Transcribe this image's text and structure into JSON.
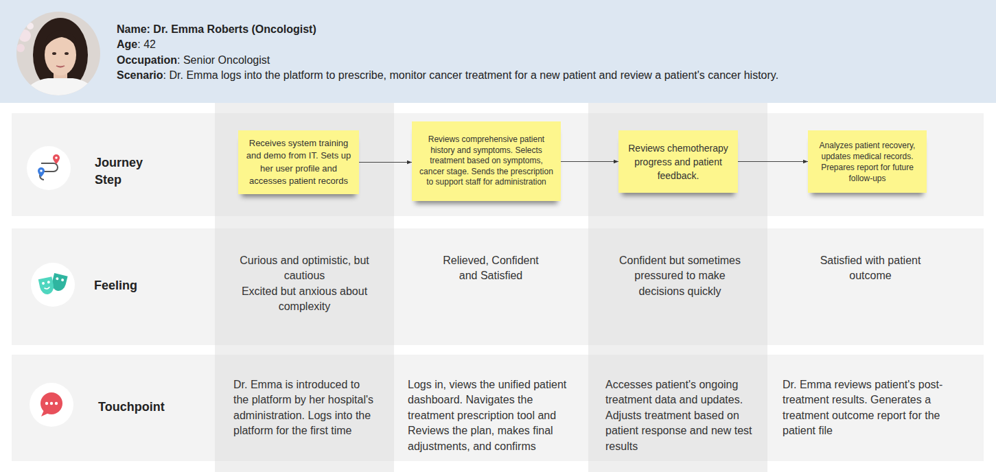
{
  "diagram": {
    "nodes": [
      {
        "text": [
          "Name",
          ": Dr. Emma Roberts (Oncologist)",
          "Age",
          ": 42",
          "Occupation",
          ": Senior Oncologist",
          "Scenario",
          ": Dr. Emma logs into the platform to prescribe, monitor cancer treatment for a new patient and review a patient's cancer history."
        ]
      },
      {
        "text": [
          "Journey Step"
        ]
      },
      {
        "text": [
          "Receives system training and demo from IT. Sets up her user profile and accesses patient records"
        ],
        "in": 1
      },
      {
        "text": [
          "Reviews comprehensive patient history and symptoms. Selects treatment based on symptoms, cancer stage. Sends the prescription to support staff for administration"
        ],
        "in": 1
      },
      {
        "text": [
          "Reviews chemotherapy progress and patient feedback."
        ],
        "in": 1
      },
      {
        "text": [
          "Analyzes patient recovery, updates medical records. Prepares report for future follow-ups"
        ],
        "in": 1
      },
      {
        "text": [
          "Feeling",
          "Curious and optimistic, but cautious",
          "Excited but anxious about complexity",
          "Relieved, Confident and Satisfied",
          "Confident but sometimes pressured to make decisions quickly",
          "Satisfied with patient outcome"
        ]
      },
      {
        "text": [
          "Touchpoint",
          "Dr. Emma is introduced to the platform by her hospital's administration. Logs into the platform for the first time",
          "Logs in, views the unified patient dashboard. Navigates the treatment prescription tool and Reviews the plan, makes final adjustments, and confirms",
          "Accesses patient's ongoing treatment data and updates. Adjusts treatment based on patient response and new test results",
          "Dr. Emma reviews patient's post-treatment results. Generates a treatment outcome report for the patient file"
        ]
      }
    ],
    "edges": [
      {
        "from": 2,
        "to": 3,
        "arrow": "to"
      },
      {
        "from": 3,
        "to": 4,
        "arrow": "to"
      },
      {
        "from": 4,
        "to": 5,
        "arrow": "to"
      }
    ]
  }
}
